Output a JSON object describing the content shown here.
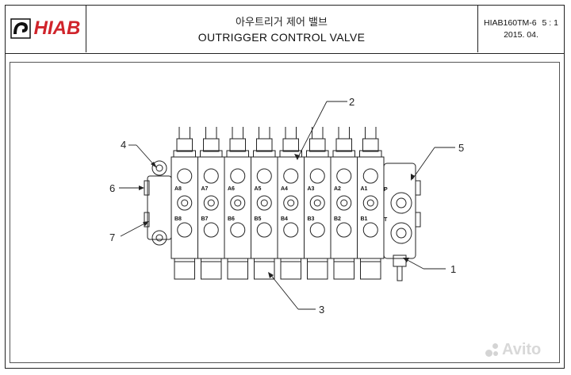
{
  "header": {
    "logo_text": "HIAB",
    "title_korean": "아우트리거 제어 밸브",
    "title_english": "OUTRIGGER CONTROL VALVE",
    "model": "HIAB160TM-6",
    "scale": "5 : 1",
    "date": "2015. 04."
  },
  "callouts": {
    "c1": "1",
    "c2": "2",
    "c3": "3",
    "c4": "4",
    "c5": "5",
    "c6": "6",
    "c7": "7"
  },
  "ports_a": [
    "A8",
    "A7",
    "A6",
    "A5",
    "A4",
    "A3",
    "A2",
    "A1"
  ],
  "ports_b": [
    "B8",
    "B7",
    "B6",
    "B5",
    "B4",
    "B3",
    "B2",
    "B1"
  ],
  "port_p": "P",
  "port_t": "T",
  "watermark": "Avito",
  "colors": {
    "logo_red": "#d0242b",
    "line": "#222222",
    "watermark": "#d8d8d8"
  }
}
